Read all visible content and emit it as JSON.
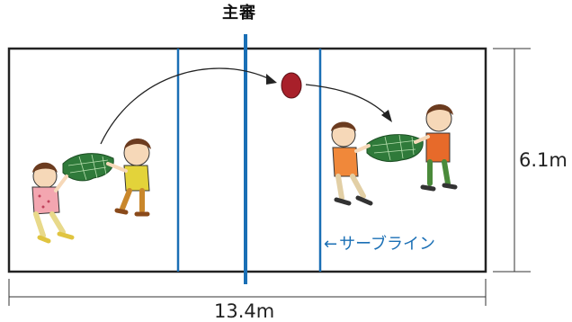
{
  "diagram": {
    "referee_label": "主審",
    "court_height_label": "6.1m",
    "court_width_label": "13.4m",
    "serve_line_label": "サーブライン",
    "serve_line_arrow": "←",
    "colors": {
      "court_border": "#222222",
      "serve_line": "#1a6fb5",
      "center_line": "#1a6fb5",
      "ball": "#a8202a",
      "label_blue": "#1a6fb5"
    }
  }
}
